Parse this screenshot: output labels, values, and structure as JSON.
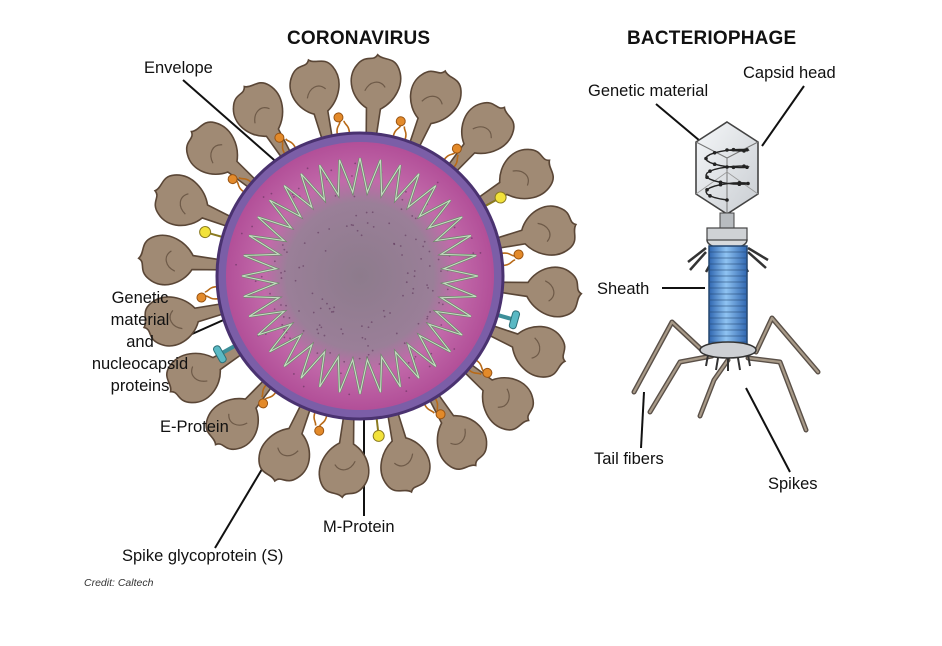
{
  "titles": {
    "left": "CORONAVIRUS",
    "right": "BACTERIOPHAGE"
  },
  "coronavirus_labels": {
    "envelope": "Envelope",
    "genetic_material": "Genetic\nmaterial\nand\nnucleocapsid\nproteins",
    "e_protein": "E-Protein",
    "m_protein": "M-Protein",
    "spike": "Spike glycoprotein (S)"
  },
  "bacteriophage_labels": {
    "capsid_head": "Capsid head",
    "genetic_material": "Genetic material",
    "sheath": "Sheath",
    "tail_fibers": "Tail fibers",
    "spikes": "Spikes"
  },
  "credit": "Credit: Caltech",
  "colors": {
    "spike_fill": "#a08a74",
    "spike_stroke": "#5a4636",
    "envelope": "#7a5fa8",
    "interior_ring": "#c85fae",
    "core": "#8f7a8f",
    "rna": "#9fb79a",
    "orange_protein": "#e38a2a",
    "yellow_protein": "#f2e23a",
    "teal_protein": "#5ab9c4",
    "sheath_blue": "#4d8fd6",
    "capsid": "#e4e7ea",
    "fiber": "#8a7e70"
  }
}
